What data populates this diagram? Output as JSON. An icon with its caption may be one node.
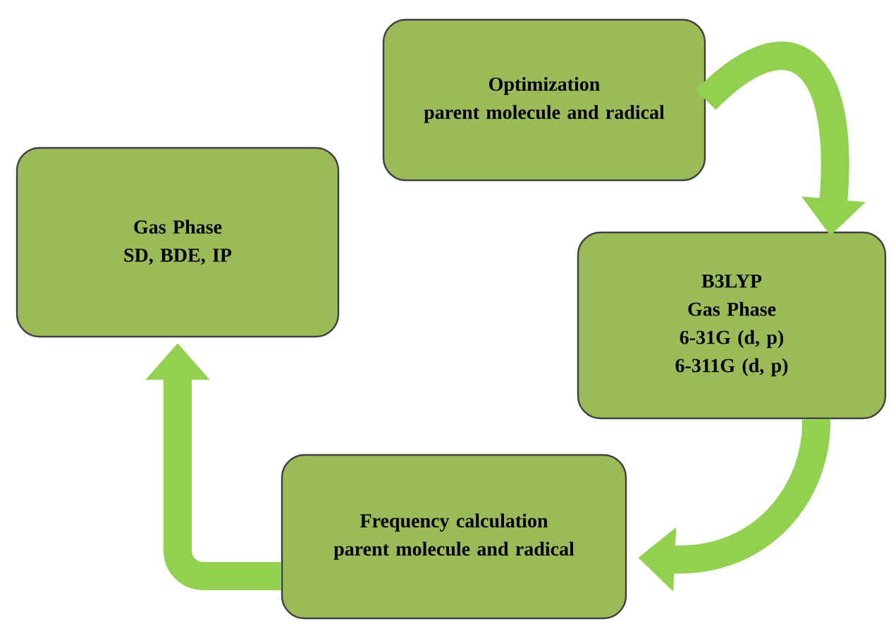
{
  "diagram": {
    "nodes": [
      {
        "text": [
          "Optimization",
          "parent molecule and radical"
        ]
      },
      {
        "text": [
          "B3LYP",
          "Gas Phase",
          "6-31G (d, p)",
          "6-311G (d, p)"
        ]
      },
      {
        "text": [
          "Frequency calculation",
          "parent molecule and radical"
        ]
      },
      {
        "text": [
          "Gas Phase",
          "SD, BDE, IP"
        ]
      }
    ],
    "edges": [
      {
        "from": 0,
        "to": 1,
        "arrow": "to"
      },
      {
        "from": 1,
        "to": 2,
        "arrow": "to"
      },
      {
        "from": 2,
        "to": 3,
        "arrow": "to"
      }
    ]
  }
}
